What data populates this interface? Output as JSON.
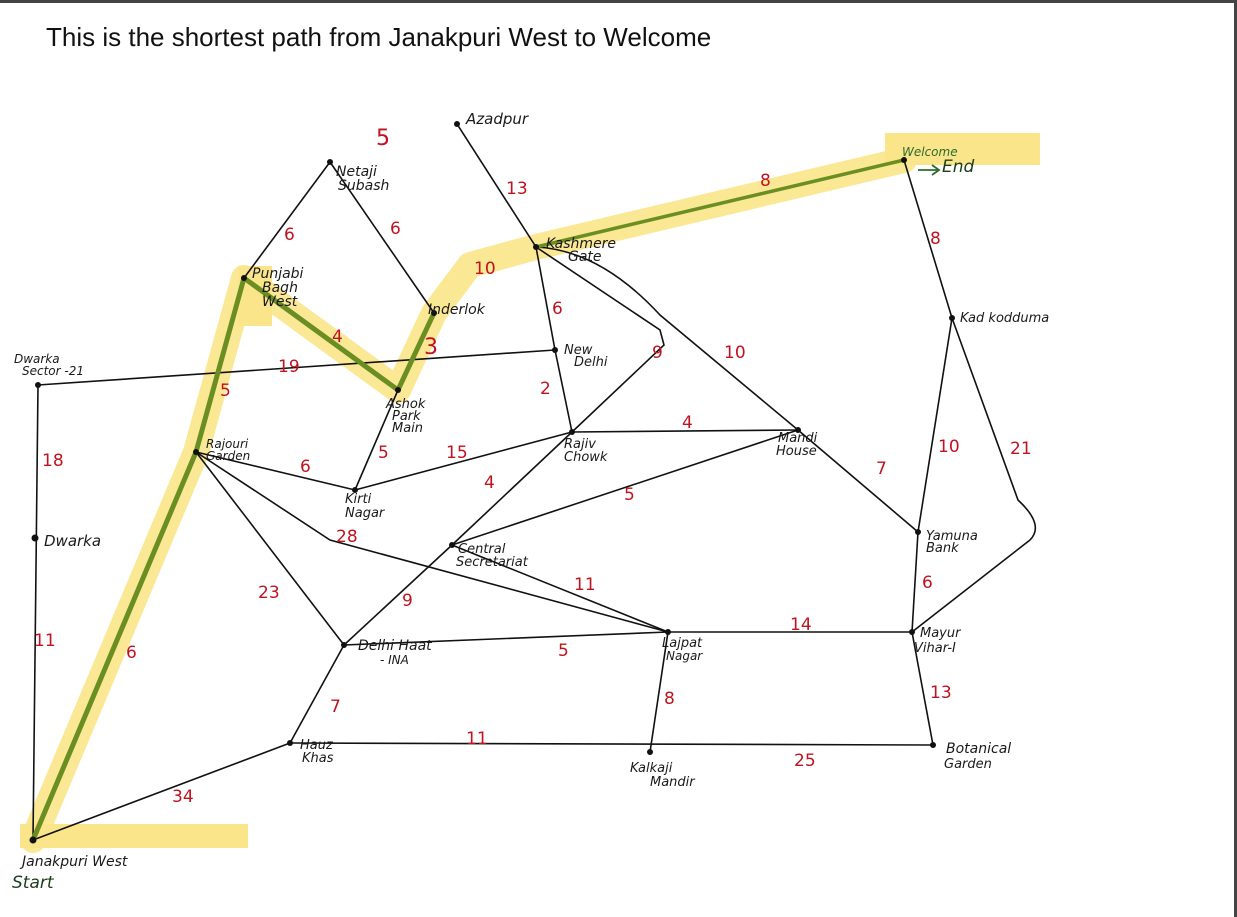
{
  "title": "This is the shortest path from Janakpuri West to Welcome",
  "colors": {
    "edge": "#111111",
    "path": "#6b8e23",
    "highlight": "#fbe58a",
    "weight": "#c1121f",
    "start": "#2e6b2e"
  },
  "stations": {
    "janakpuri_west": "Janakpuri West",
    "start": "Start",
    "dwarka": "Dwarka",
    "dwarka_sector_21": [
      "Dwarka",
      "Sector -21"
    ],
    "rajouri_garden": [
      "Rajouri",
      "Garden"
    ],
    "punjabi_bagh_west": [
      "Punjabi",
      "Bagh",
      "West"
    ],
    "netaji_subash": [
      "Netaji",
      "Subash"
    ],
    "azadpur": "Azadpur",
    "inderlok": "Inderlok",
    "ashok_park_main": [
      "Ashok",
      "Park",
      "Main"
    ],
    "kirti_nagar": [
      "Kirti",
      "Nagar"
    ],
    "kashmere_gate": [
      "Kashmere",
      "Gate"
    ],
    "new_delhi": [
      "New",
      "Delhi"
    ],
    "rajiv_chowk": [
      "Rajiv",
      "Chowk"
    ],
    "central_secretariat": [
      "Central",
      "Secretariat"
    ],
    "delhi_haat_ina": [
      "Delhi Haat",
      "- INA"
    ],
    "hauz_khas": [
      "Hauz",
      "Khas"
    ],
    "lajpat_nagar": [
      "Lajpat",
      "Nagar"
    ],
    "kalkaji_mandir": [
      "Kalkaji",
      "Mandir"
    ],
    "mandi_house": [
      "Mandi",
      "House"
    ],
    "welcome": "Welcome",
    "end": "End",
    "kadkodduma": "Kad kodduma",
    "yamuna_bank": [
      "Yamuna",
      "Bank"
    ],
    "mayur_vihar": [
      "Mayur",
      "Vihar-I"
    ],
    "botanical_garden": [
      "Botanical",
      "Garden"
    ]
  },
  "weights": {
    "netaji_top": "5",
    "azadpur_kashmere": "13",
    "kashmere_welcome": "8",
    "punjabi_netaji": "6",
    "netaji_inderlok": "6",
    "inderlok_kashmere": "10",
    "punjabi_ashok": "4",
    "ashok_inderlok": "3",
    "kashmere_newdelhi": "6",
    "kashmere_rajiv": "9",
    "kashmere_mandi": "10",
    "newdelhi_rajiv": "2",
    "dwarka21_newdelhi": "19",
    "punjabi_rajouri": "5",
    "ashok_kirti": "5",
    "rajouri_kirti": "6",
    "kirti_rajiv": "15",
    "rajiv_mandi": "4",
    "rajiv_central": "4",
    "central_mandi": "5",
    "dwarka_top": "18",
    "dwarka_bottom": "11",
    "rajouri_janakpuri": "6",
    "janakpuri_hauz": "34",
    "rajouri_delhihaat": "23",
    "rajouri_lajpat": "28",
    "central_lajpat": "11",
    "delhihaat_central": "9",
    "delhihaat_lajpat": "5",
    "delhihaat_hauz": "7",
    "hauz_kalkaji": "11",
    "lajpat_kalkaji": "8",
    "lajpat_mayur": "14",
    "kalkaji_botanical": "25",
    "welcome_kad": "8",
    "kad_yamuna": "10",
    "kad_loop": "21",
    "mandi_yamuna": "7",
    "yamuna_mayur": "6",
    "mayur_botanical": "13"
  }
}
